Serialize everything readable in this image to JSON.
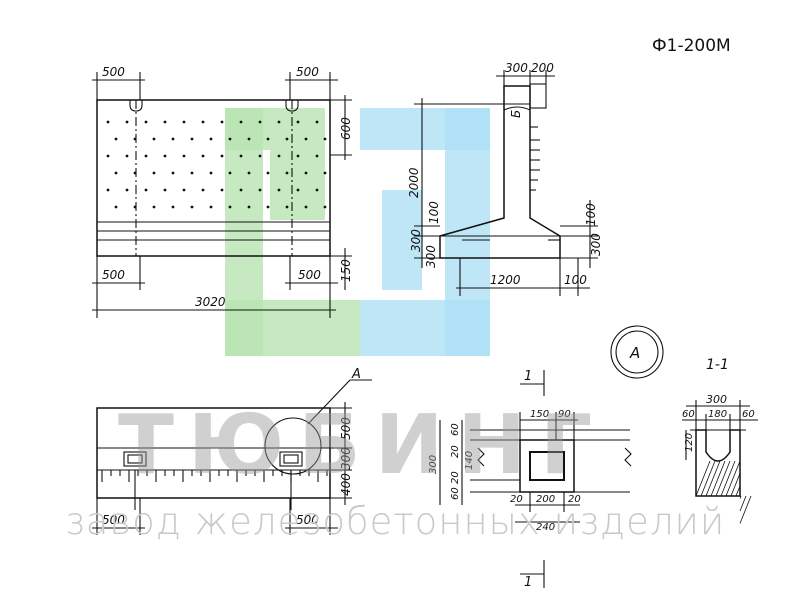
{
  "title": "Ф1-200М",
  "watermark": {
    "logo_text": "ТЮБИНГ",
    "caption": "завод железобетонных изделий",
    "green": "#b9e3b3",
    "blue": "#aee0f5"
  },
  "labels": {
    "front_top_left": "500",
    "front_top_right": "500",
    "front_600": "600",
    "front_bottom_left": "500",
    "front_bottom_right": "500",
    "front_150": "150",
    "front_total": "3020",
    "side_300": "300",
    "side_200": "200",
    "side_b": "Б",
    "side_2000": "2000",
    "side_100_left": "100",
    "side_300_left_a": "300",
    "side_300_left_b": "300",
    "side_100_right": "100",
    "side_300_right": "300",
    "side_1200": "1200",
    "side_100_bottom": "100",
    "callout_a": "А",
    "plan_500_right": "500",
    "plan_300": "300",
    "plan_400": "400",
    "plan_500_left": "500",
    "plan_500_mid": "500",
    "det_section_mark_top": "1",
    "det_section_mark_bottom": "1",
    "det_150": "150",
    "det_90": "90",
    "det_60_top": "60",
    "det_20_a": "20",
    "det_140": "140",
    "det_20_b": "20",
    "det_300": "300",
    "det_60_bot": "60",
    "det_20_c": "20",
    "det_200": "200",
    "det_20_d": "20",
    "det_240": "240",
    "circle_a": "А",
    "sec_title": "1-1",
    "sec_300": "300",
    "sec_60_l": "60",
    "sec_180": "180",
    "sec_60_r": "60",
    "sec_120": "120"
  }
}
